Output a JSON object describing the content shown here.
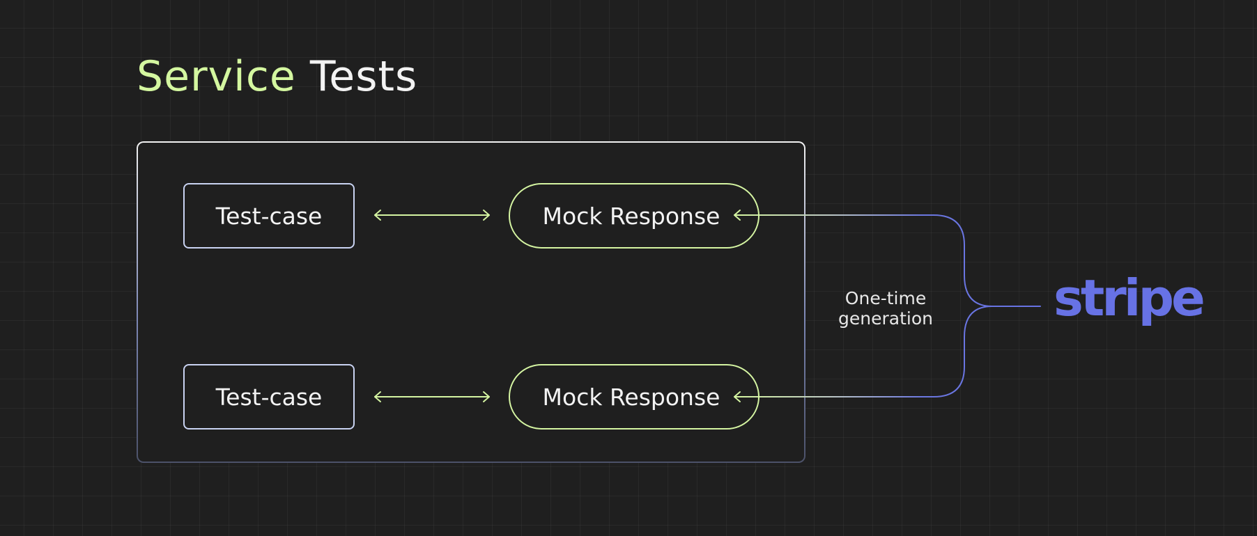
{
  "title": {
    "part1": "Service",
    "part2": "Tests"
  },
  "rows": [
    {
      "test_case": "Test-case",
      "mock_response": "Mock Response"
    },
    {
      "test_case": "Test-case",
      "mock_response": "Mock Response"
    }
  ],
  "caption": {
    "line1": "One-time",
    "line2": "generation"
  },
  "logo": {
    "text": "stripe"
  },
  "colors": {
    "background": "#1f1f1f",
    "accent_green": "#d5f5a2",
    "test_case_border": "#c9d3f2",
    "stripe_purple": "#6772e5",
    "text": "#f3f3f3"
  }
}
